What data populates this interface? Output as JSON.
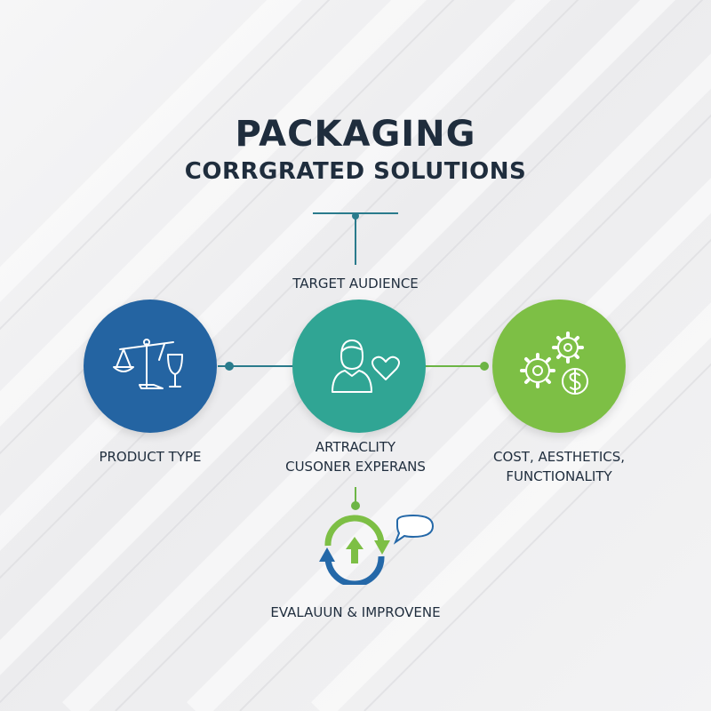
{
  "header": {
    "title": "PACKAGING",
    "subtitle": "CORRGRATED SOLUTIONS"
  },
  "nodes": {
    "top": {
      "label": "TARGET AUDIENCE"
    },
    "left": {
      "label": "PRODUCT TYPE",
      "icon": "scales-wineglass-icon",
      "color": "#2464a2"
    },
    "center": {
      "label_line1": "ARTRACLITY",
      "label_line2": "CUSONER EXPERANS",
      "icon": "person-heart-icon",
      "color": "#30a594"
    },
    "right": {
      "label_line1": "COST, AESTHETICS,",
      "label_line2": "FUNCTIONALITY",
      "icon": "gears-dollar-icon",
      "color": "#7dbf45"
    },
    "bottom": {
      "label": "EVALAUUN & IMPROVENE",
      "icon": "cycle-arrow-speech-icon"
    }
  },
  "colors": {
    "text": "#1f2d3d",
    "connector_teal": "#2a7b8c",
    "connector_green": "#6cb545",
    "arrow_blue": "#2468a8",
    "arrow_green": "#7dbf45"
  }
}
